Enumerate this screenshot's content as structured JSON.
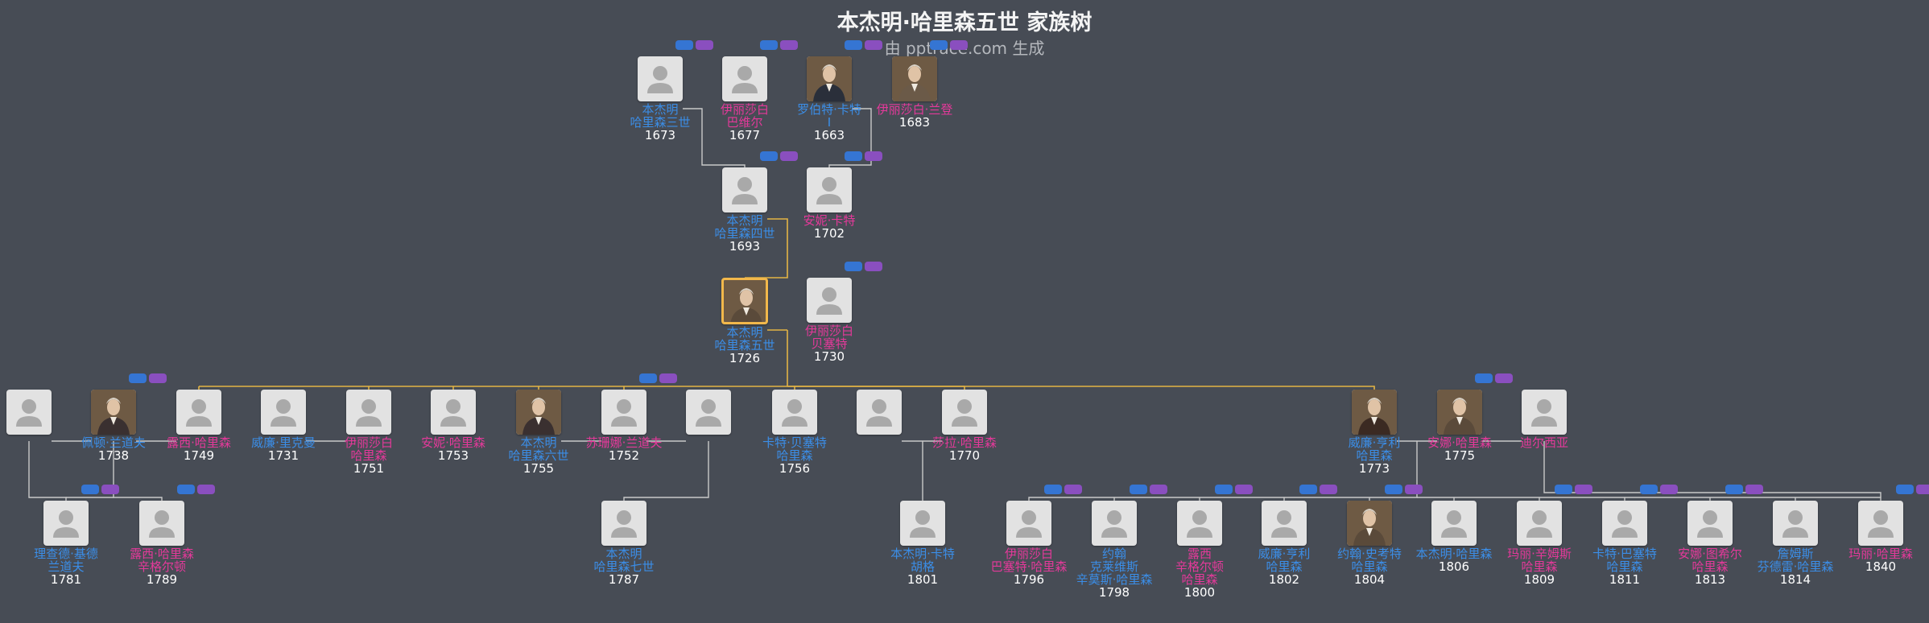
{
  "title": "本杰明·哈里森五世 家族树",
  "subtitle": "由 pptrace.com 生成",
  "colors": {
    "background": "#474c55",
    "male": "#3b8ee8",
    "female": "#e4399a",
    "link": "#c9c9c9",
    "focus_link": "#e3b445"
  },
  "people": [
    {
      "id": "p1",
      "name": "本杰明\n哈里森三世",
      "year": "1673",
      "gender": "male",
      "photo": false
    },
    {
      "id": "p2",
      "name": "伊丽莎白\n巴维尔",
      "year": "1677",
      "gender": "female",
      "photo": false
    },
    {
      "id": "p3",
      "name": "罗伯特·卡特\nI",
      "year": "1663",
      "gender": "male",
      "photo": true
    },
    {
      "id": "p4",
      "name": "伊丽莎白·兰登",
      "year": "1683",
      "gender": "female",
      "photo": true
    },
    {
      "id": "p5",
      "name": "本杰明\n哈里森四世",
      "year": "1693",
      "gender": "male",
      "photo": false
    },
    {
      "id": "p6",
      "name": "安妮·卡特",
      "year": "1702",
      "gender": "female",
      "photo": false
    },
    {
      "id": "p7",
      "name": "本杰明\n哈里森五世",
      "year": "1726",
      "gender": "male",
      "photo": true,
      "focus": true
    },
    {
      "id": "p8",
      "name": "伊丽莎白\n贝塞特",
      "year": "1730",
      "gender": "female",
      "photo": false
    },
    {
      "id": "c0",
      "name": "",
      "year": "",
      "gender": "male",
      "photo": false
    },
    {
      "id": "c1",
      "name": "佩顿·兰道夫",
      "year": "1738",
      "gender": "male",
      "photo": true
    },
    {
      "id": "c2",
      "name": "露西·哈里森",
      "year": "1749",
      "gender": "female",
      "photo": false
    },
    {
      "id": "c3",
      "name": "威廉·里克曼",
      "year": "1731",
      "gender": "male",
      "photo": false
    },
    {
      "id": "c4",
      "name": "伊丽莎白\n哈里森",
      "year": "1751",
      "gender": "female",
      "photo": false
    },
    {
      "id": "c5",
      "name": "安妮·哈里森",
      "year": "1753",
      "gender": "female",
      "photo": false
    },
    {
      "id": "c6",
      "name": "本杰明\n哈里森六世",
      "year": "1755",
      "gender": "male",
      "photo": true
    },
    {
      "id": "c7",
      "name": "苏珊娜·兰道夫",
      "year": "1752",
      "gender": "female",
      "photo": false
    },
    {
      "id": "c8",
      "name": "",
      "year": "",
      "gender": "male",
      "photo": false
    },
    {
      "id": "c9",
      "name": "卡特·贝塞特\n哈里森",
      "year": "1756",
      "gender": "male",
      "photo": false
    },
    {
      "id": "c10",
      "name": "",
      "year": "",
      "gender": "male",
      "photo": false
    },
    {
      "id": "c11",
      "name": "莎拉·哈里森",
      "year": "1770",
      "gender": "female",
      "photo": false
    },
    {
      "id": "c12",
      "name": "威廉·亨利\n哈里森",
      "year": "1773",
      "gender": "male",
      "photo": true
    },
    {
      "id": "c13",
      "name": "安娜·哈里森",
      "year": "1775",
      "gender": "female",
      "photo": true
    },
    {
      "id": "c14",
      "name": "迪尔西亚",
      "year": "",
      "gender": "female",
      "photo": false
    },
    {
      "id": "g1",
      "name": "理查德·基德\n兰道夫",
      "year": "1781",
      "gender": "male",
      "photo": false
    },
    {
      "id": "g2",
      "name": "露西·哈里森\n辛格尔顿",
      "year": "1789",
      "gender": "female",
      "photo": false
    },
    {
      "id": "g3",
      "name": "本杰明\n哈里森七世",
      "year": "1787",
      "gender": "male",
      "photo": false
    },
    {
      "id": "g4",
      "name": "本杰明·卡特\n胡格",
      "year": "1801",
      "gender": "male",
      "photo": false
    },
    {
      "id": "g5",
      "name": "伊丽莎白\n巴塞特·哈里森",
      "year": "1796",
      "gender": "female",
      "photo": false
    },
    {
      "id": "g6",
      "name": "约翰\n克莱维斯\n辛莫斯·哈里森",
      "year": "1798",
      "gender": "male",
      "photo": false
    },
    {
      "id": "g7",
      "name": "露西\n辛格尔顿\n哈里森",
      "year": "1800",
      "gender": "female",
      "photo": false
    },
    {
      "id": "g8",
      "name": "威廉·亨利\n哈里森",
      "year": "1802",
      "gender": "male",
      "photo": false
    },
    {
      "id": "g9",
      "name": "约翰·史考特\n哈里森",
      "year": "1804",
      "gender": "male",
      "photo": true
    },
    {
      "id": "g10",
      "name": "本杰明·哈里森",
      "year": "1806",
      "gender": "male",
      "photo": false
    },
    {
      "id": "g11",
      "name": "玛丽·辛姆斯\n哈里森",
      "year": "1809",
      "gender": "female",
      "photo": false
    },
    {
      "id": "g12",
      "name": "卡特·巴塞特\n哈里森",
      "year": "1811",
      "gender": "male",
      "photo": false
    },
    {
      "id": "g13",
      "name": "安娜·图希尔\n哈里森",
      "year": "1813",
      "gender": "female",
      "photo": false
    },
    {
      "id": "g14",
      "name": "詹姆斯\n芬德雷·哈里森",
      "year": "1814",
      "gender": "male",
      "photo": false
    },
    {
      "id": "g15",
      "name": "玛丽·哈里森",
      "year": "1840",
      "gender": "female",
      "photo": false
    }
  ]
}
